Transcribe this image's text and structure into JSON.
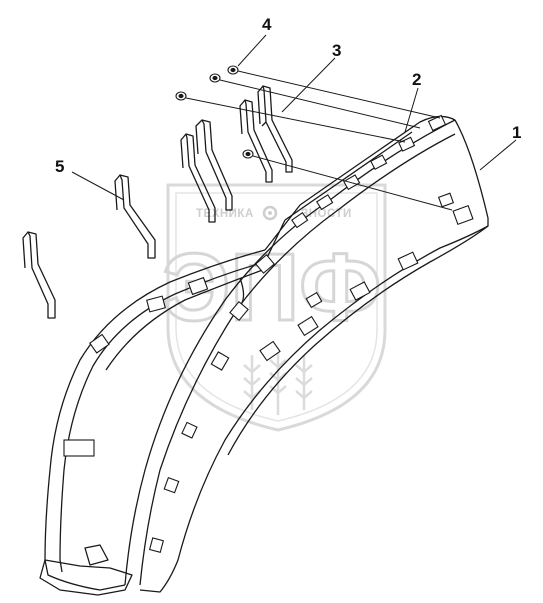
{
  "watermark": {
    "line1_left": "ТЕХНИКА",
    "line1_right": "ЗНОСТИ",
    "big_text": "ЭПФ"
  },
  "callouts": [
    {
      "id": "1",
      "label": "1"
    },
    {
      "id": "2",
      "label": "2"
    },
    {
      "id": "3",
      "label": "3"
    },
    {
      "id": "4",
      "label": "4"
    },
    {
      "id": "5",
      "label": "5"
    }
  ],
  "colors": {
    "line": "#1a1a1a",
    "watermark": "#cfcfcf"
  }
}
